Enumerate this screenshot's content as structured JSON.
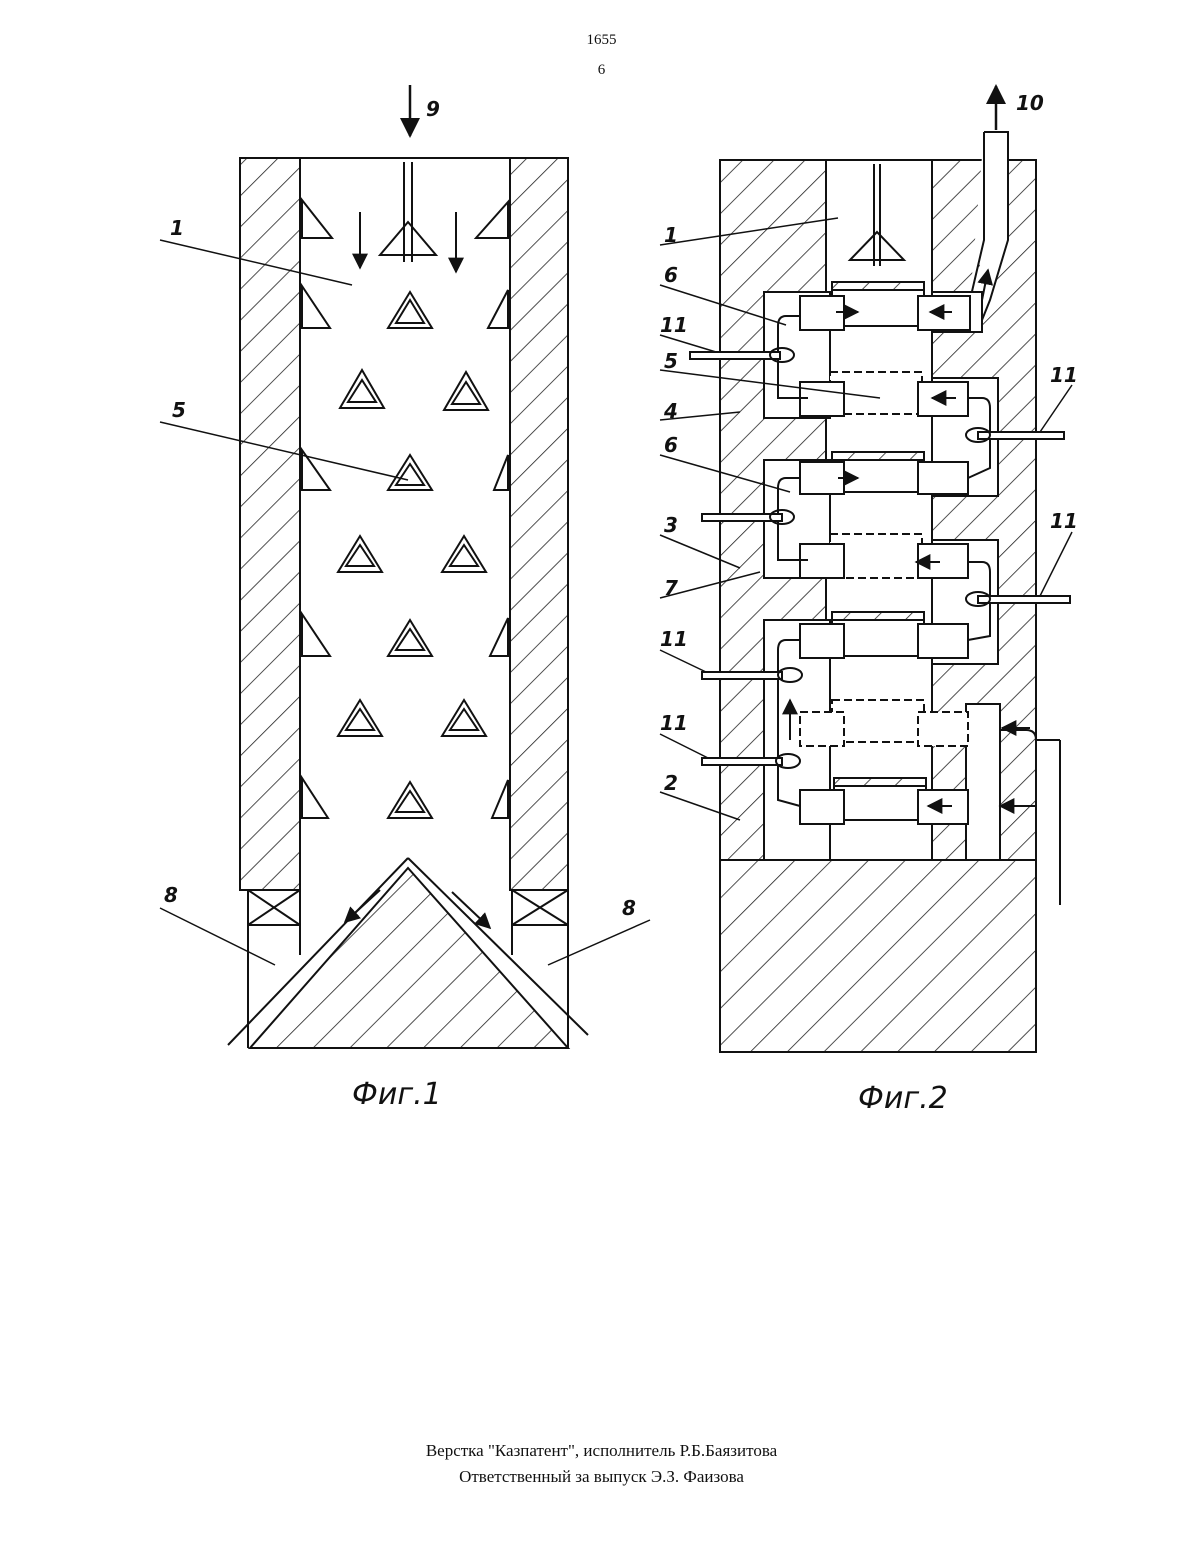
{
  "header": {
    "page_code": "1655",
    "page_number": "6"
  },
  "fig1": {
    "caption": "Фиг.1",
    "labels": {
      "inlet": "9",
      "chamber": "1",
      "element": "5",
      "outlet_left": "8",
      "outlet_right": "8"
    }
  },
  "fig2": {
    "caption": "Фиг.2",
    "labels": {
      "outlet": "10",
      "chamber": "1",
      "l6a": "6",
      "l11a": "11",
      "l5": "5",
      "l4": "4",
      "l11b": "11",
      "l6b": "6",
      "l3": "3",
      "l11c": "11",
      "l7": "7",
      "l11d": "11",
      "l11e": "11",
      "l2": "2"
    }
  },
  "footer": {
    "line1": "Верстка \"Казпатент\", исполнитель  Р.Б.Баязитова",
    "line2": "Ответственный за выпуск Э.З. Фаизова"
  }
}
